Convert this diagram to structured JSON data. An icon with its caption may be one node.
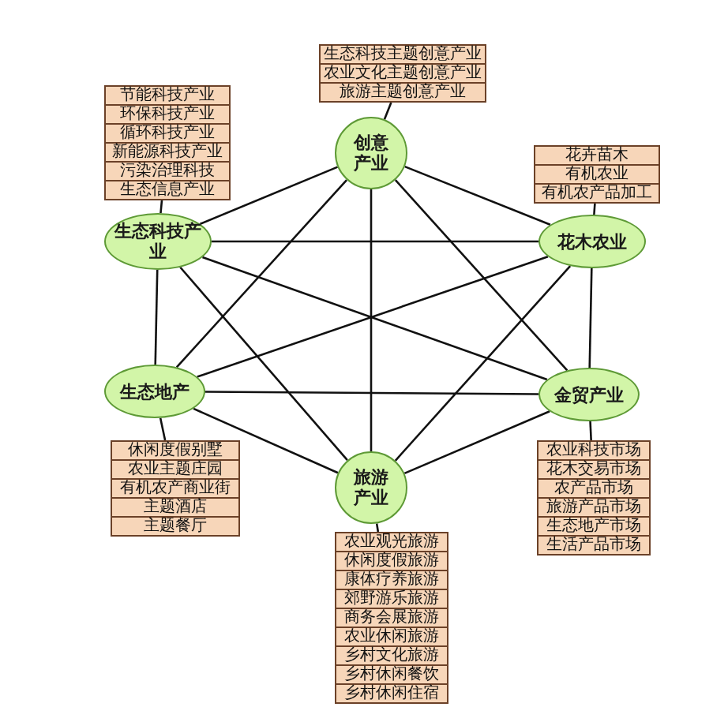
{
  "diagram": {
    "nodes": [
      {
        "text": [
          "生态科技主题创意产业",
          "农业文化主题创意产业",
          "旅游主题创意产业"
        ]
      },
      {
        "text": [
          "创意产业"
        ]
      },
      {
        "text": [
          "节能科技产业",
          "环保科技产业",
          "循环科技产业",
          "新能源科技产业",
          "污染治理科技",
          "生态信息产业"
        ]
      },
      {
        "text": [
          "生态科技产业"
        ]
      },
      {
        "text": [
          "花卉苗木",
          "有机农业",
          "有机农产品加工"
        ]
      },
      {
        "text": [
          "花木农业"
        ]
      },
      {
        "text": [
          "生态地产"
        ]
      },
      {
        "text": [
          "金贸产业"
        ]
      },
      {
        "text": [
          "休闲度假别墅",
          "农业主题庄园",
          "有机农产商业街",
          "主题酒店",
          "主题餐厅"
        ]
      },
      {
        "text": [
          "农业科技市场",
          "花木交易市场",
          "农产品市场",
          "旅游产品市场",
          "生态地产市场",
          "生活产品市场"
        ]
      },
      {
        "text": [
          "旅游产业"
        ]
      },
      {
        "text": [
          "农业观光旅游",
          "休闲度假旅游",
          "康体疗养旅游",
          "郊野游乐旅游",
          "商务会展旅游",
          "农业休闲旅游",
          "乡村文化旅游",
          "乡村休闲餐饮",
          "乡村休闲住宿"
        ]
      }
    ],
    "edges": [
      {
        "from": 1,
        "to": 0,
        "arrow": "none"
      },
      {
        "from": 3,
        "to": 2,
        "arrow": "none"
      },
      {
        "from": 5,
        "to": 4,
        "arrow": "none"
      },
      {
        "from": 6,
        "to": 8,
        "arrow": "none"
      },
      {
        "from": 7,
        "to": 9,
        "arrow": "none"
      },
      {
        "from": 10,
        "to": 11,
        "arrow": "none"
      },
      {
        "from": 1,
        "to": 3,
        "arrow": "none"
      },
      {
        "from": 1,
        "to": 5,
        "arrow": "none"
      },
      {
        "from": 1,
        "to": 6,
        "arrow": "none"
      },
      {
        "from": 1,
        "to": 7,
        "arrow": "none"
      },
      {
        "from": 1,
        "to": 10,
        "arrow": "none"
      },
      {
        "from": 3,
        "to": 5,
        "arrow": "none"
      },
      {
        "from": 3,
        "to": 6,
        "arrow": "none"
      },
      {
        "from": 3,
        "to": 7,
        "arrow": "none"
      },
      {
        "from": 3,
        "to": 10,
        "arrow": "none"
      },
      {
        "from": 5,
        "to": 6,
        "arrow": "none"
      },
      {
        "from": 5,
        "to": 7,
        "arrow": "none"
      },
      {
        "from": 5,
        "to": 10,
        "arrow": "none"
      },
      {
        "from": 6,
        "to": 7,
        "arrow": "none"
      },
      {
        "from": 6,
        "to": 10,
        "arrow": "none"
      },
      {
        "from": 7,
        "to": 10,
        "arrow": "none"
      }
    ]
  }
}
